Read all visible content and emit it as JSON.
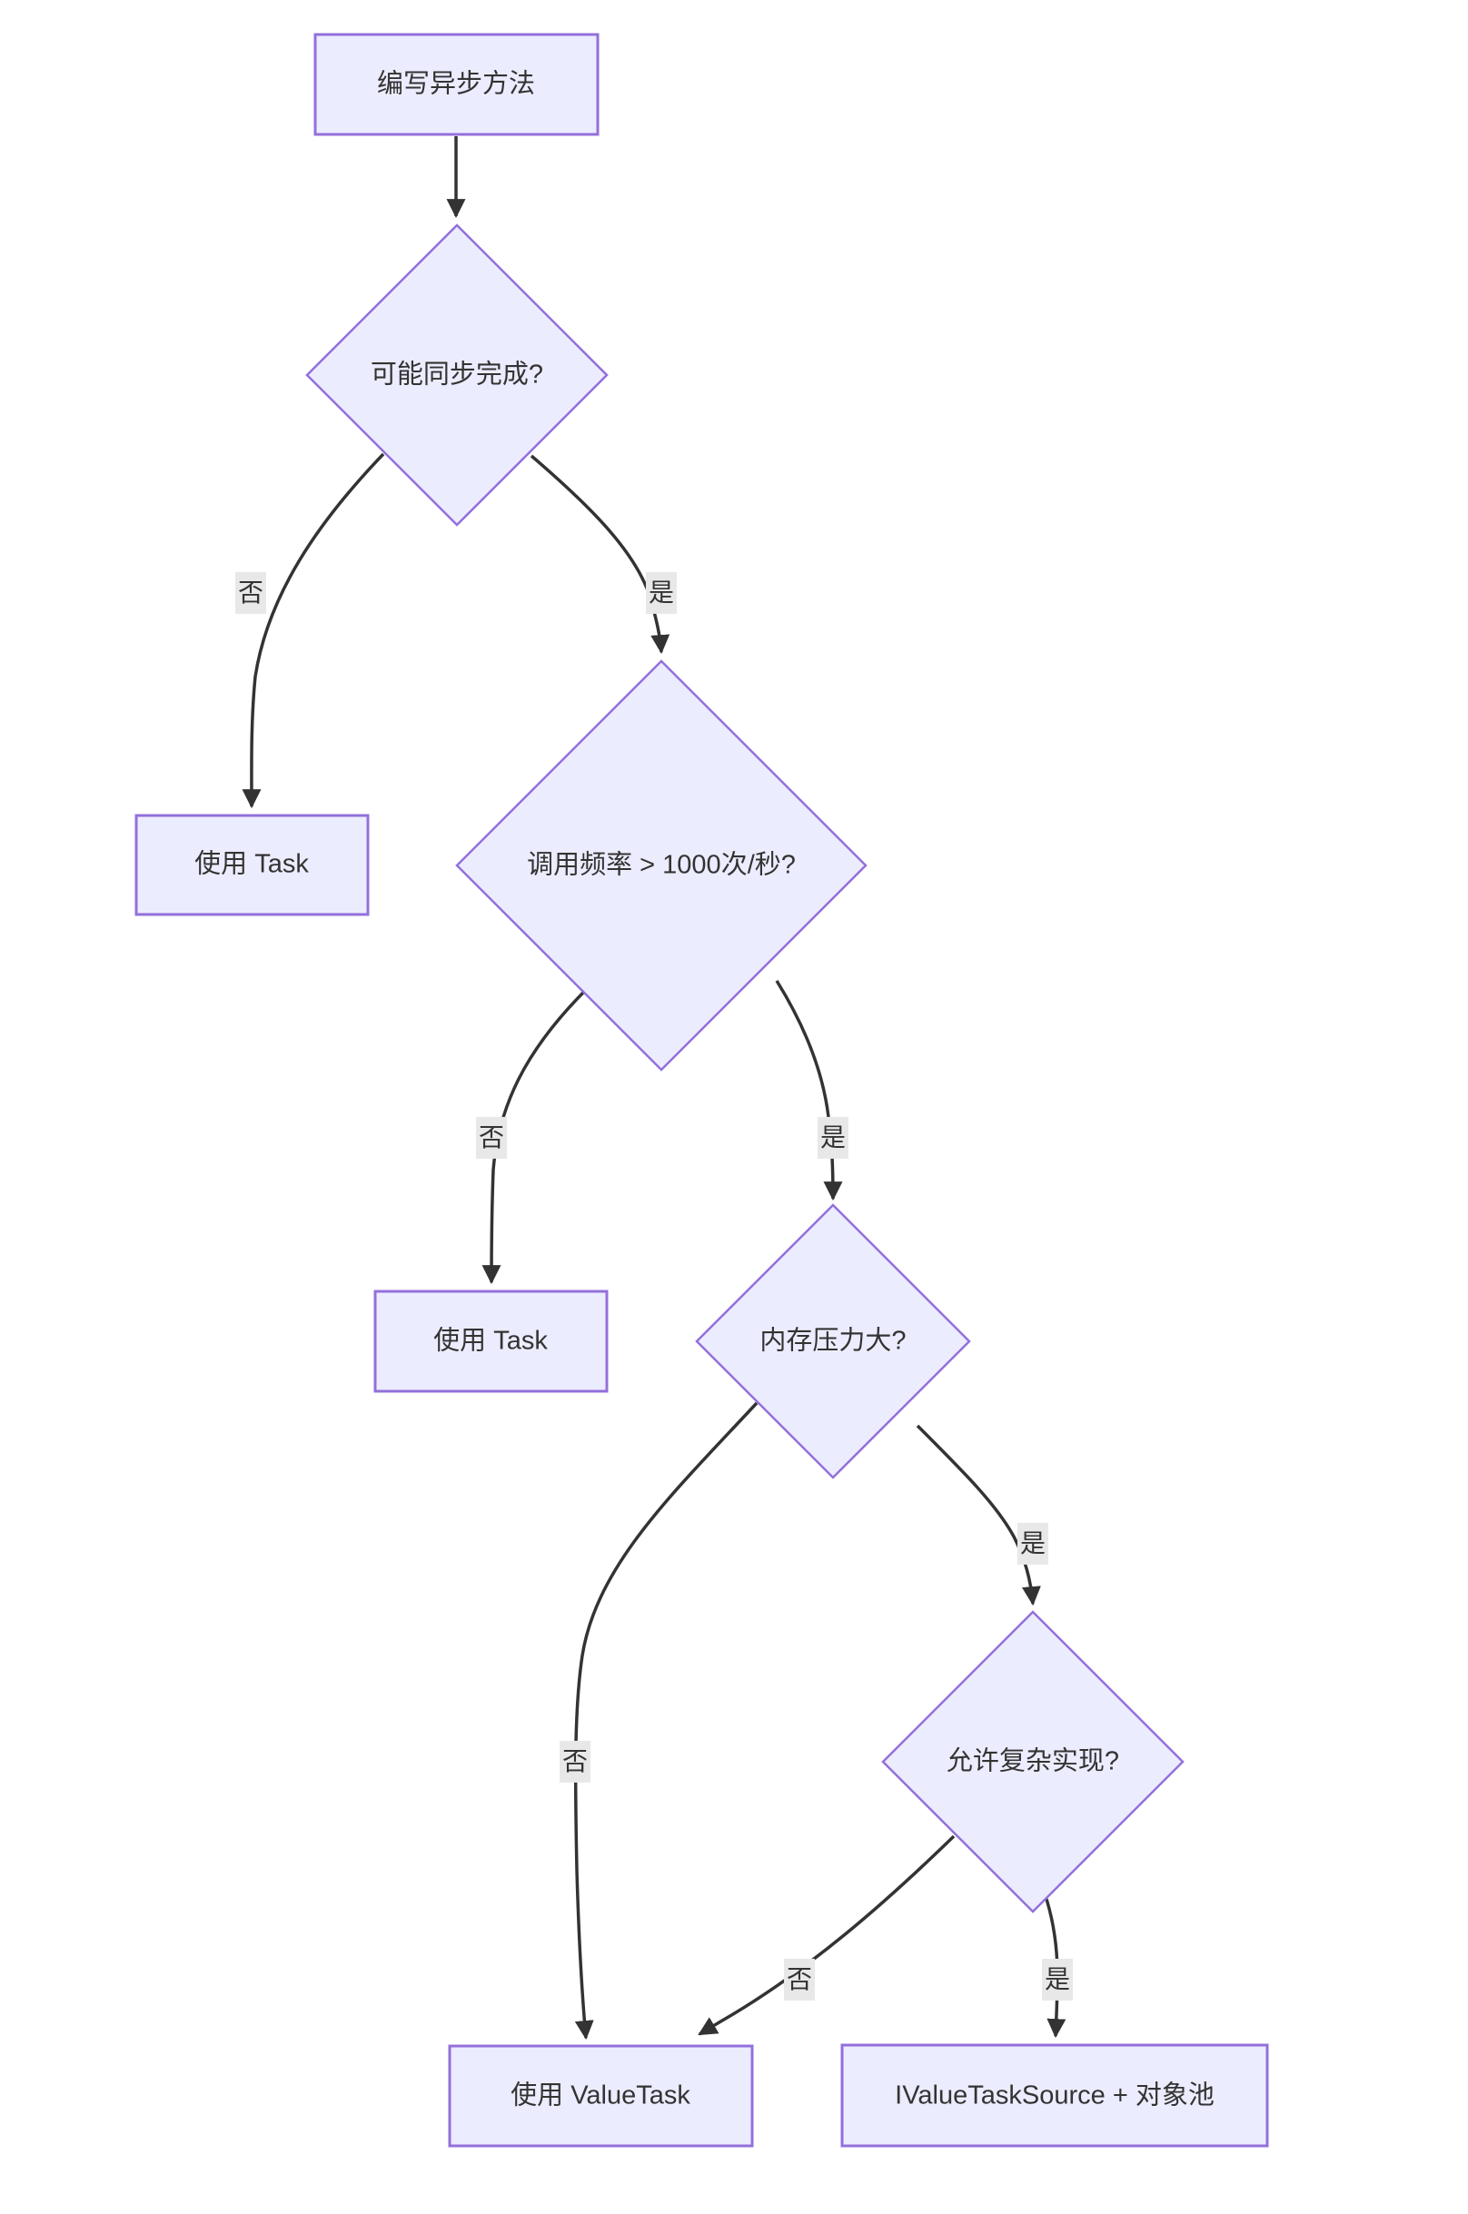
{
  "diagram": {
    "type": "flowchart",
    "direction": "top-down",
    "nodes": {
      "start": {
        "label": "编写异步方法",
        "shape": "rect"
      },
      "d1": {
        "label": "可能同步完成?",
        "shape": "diamond"
      },
      "task1": {
        "label": "使用 Task",
        "shape": "rect"
      },
      "d2": {
        "label": "调用频率 > 1000次/秒?",
        "shape": "diamond"
      },
      "task2": {
        "label": "使用 Task",
        "shape": "rect"
      },
      "d3": {
        "label": "内存压力大?",
        "shape": "diamond"
      },
      "d4": {
        "label": "允许复杂实现?",
        "shape": "diamond"
      },
      "valuetask": {
        "label": "使用 ValueTask",
        "shape": "rect"
      },
      "ivts": {
        "label": "IValueTaskSource + 对象池",
        "shape": "rect"
      }
    },
    "edges": [
      {
        "from": "start",
        "to": "d1",
        "label": ""
      },
      {
        "from": "d1",
        "to": "task1",
        "label": "否"
      },
      {
        "from": "d1",
        "to": "d2",
        "label": "是"
      },
      {
        "from": "d2",
        "to": "task2",
        "label": "否"
      },
      {
        "from": "d2",
        "to": "d3",
        "label": "是"
      },
      {
        "from": "d3",
        "to": "valuetask",
        "label": "否"
      },
      {
        "from": "d3",
        "to": "d4",
        "label": "是"
      },
      {
        "from": "d4",
        "to": "valuetask",
        "label": "否"
      },
      {
        "from": "d4",
        "to": "ivts",
        "label": "是"
      }
    ],
    "colors": {
      "node_fill": "#ECECFF",
      "node_border": "#9370DB",
      "edge": "#333333",
      "text": "#333333",
      "label_bg": "#e8e8e8"
    }
  }
}
